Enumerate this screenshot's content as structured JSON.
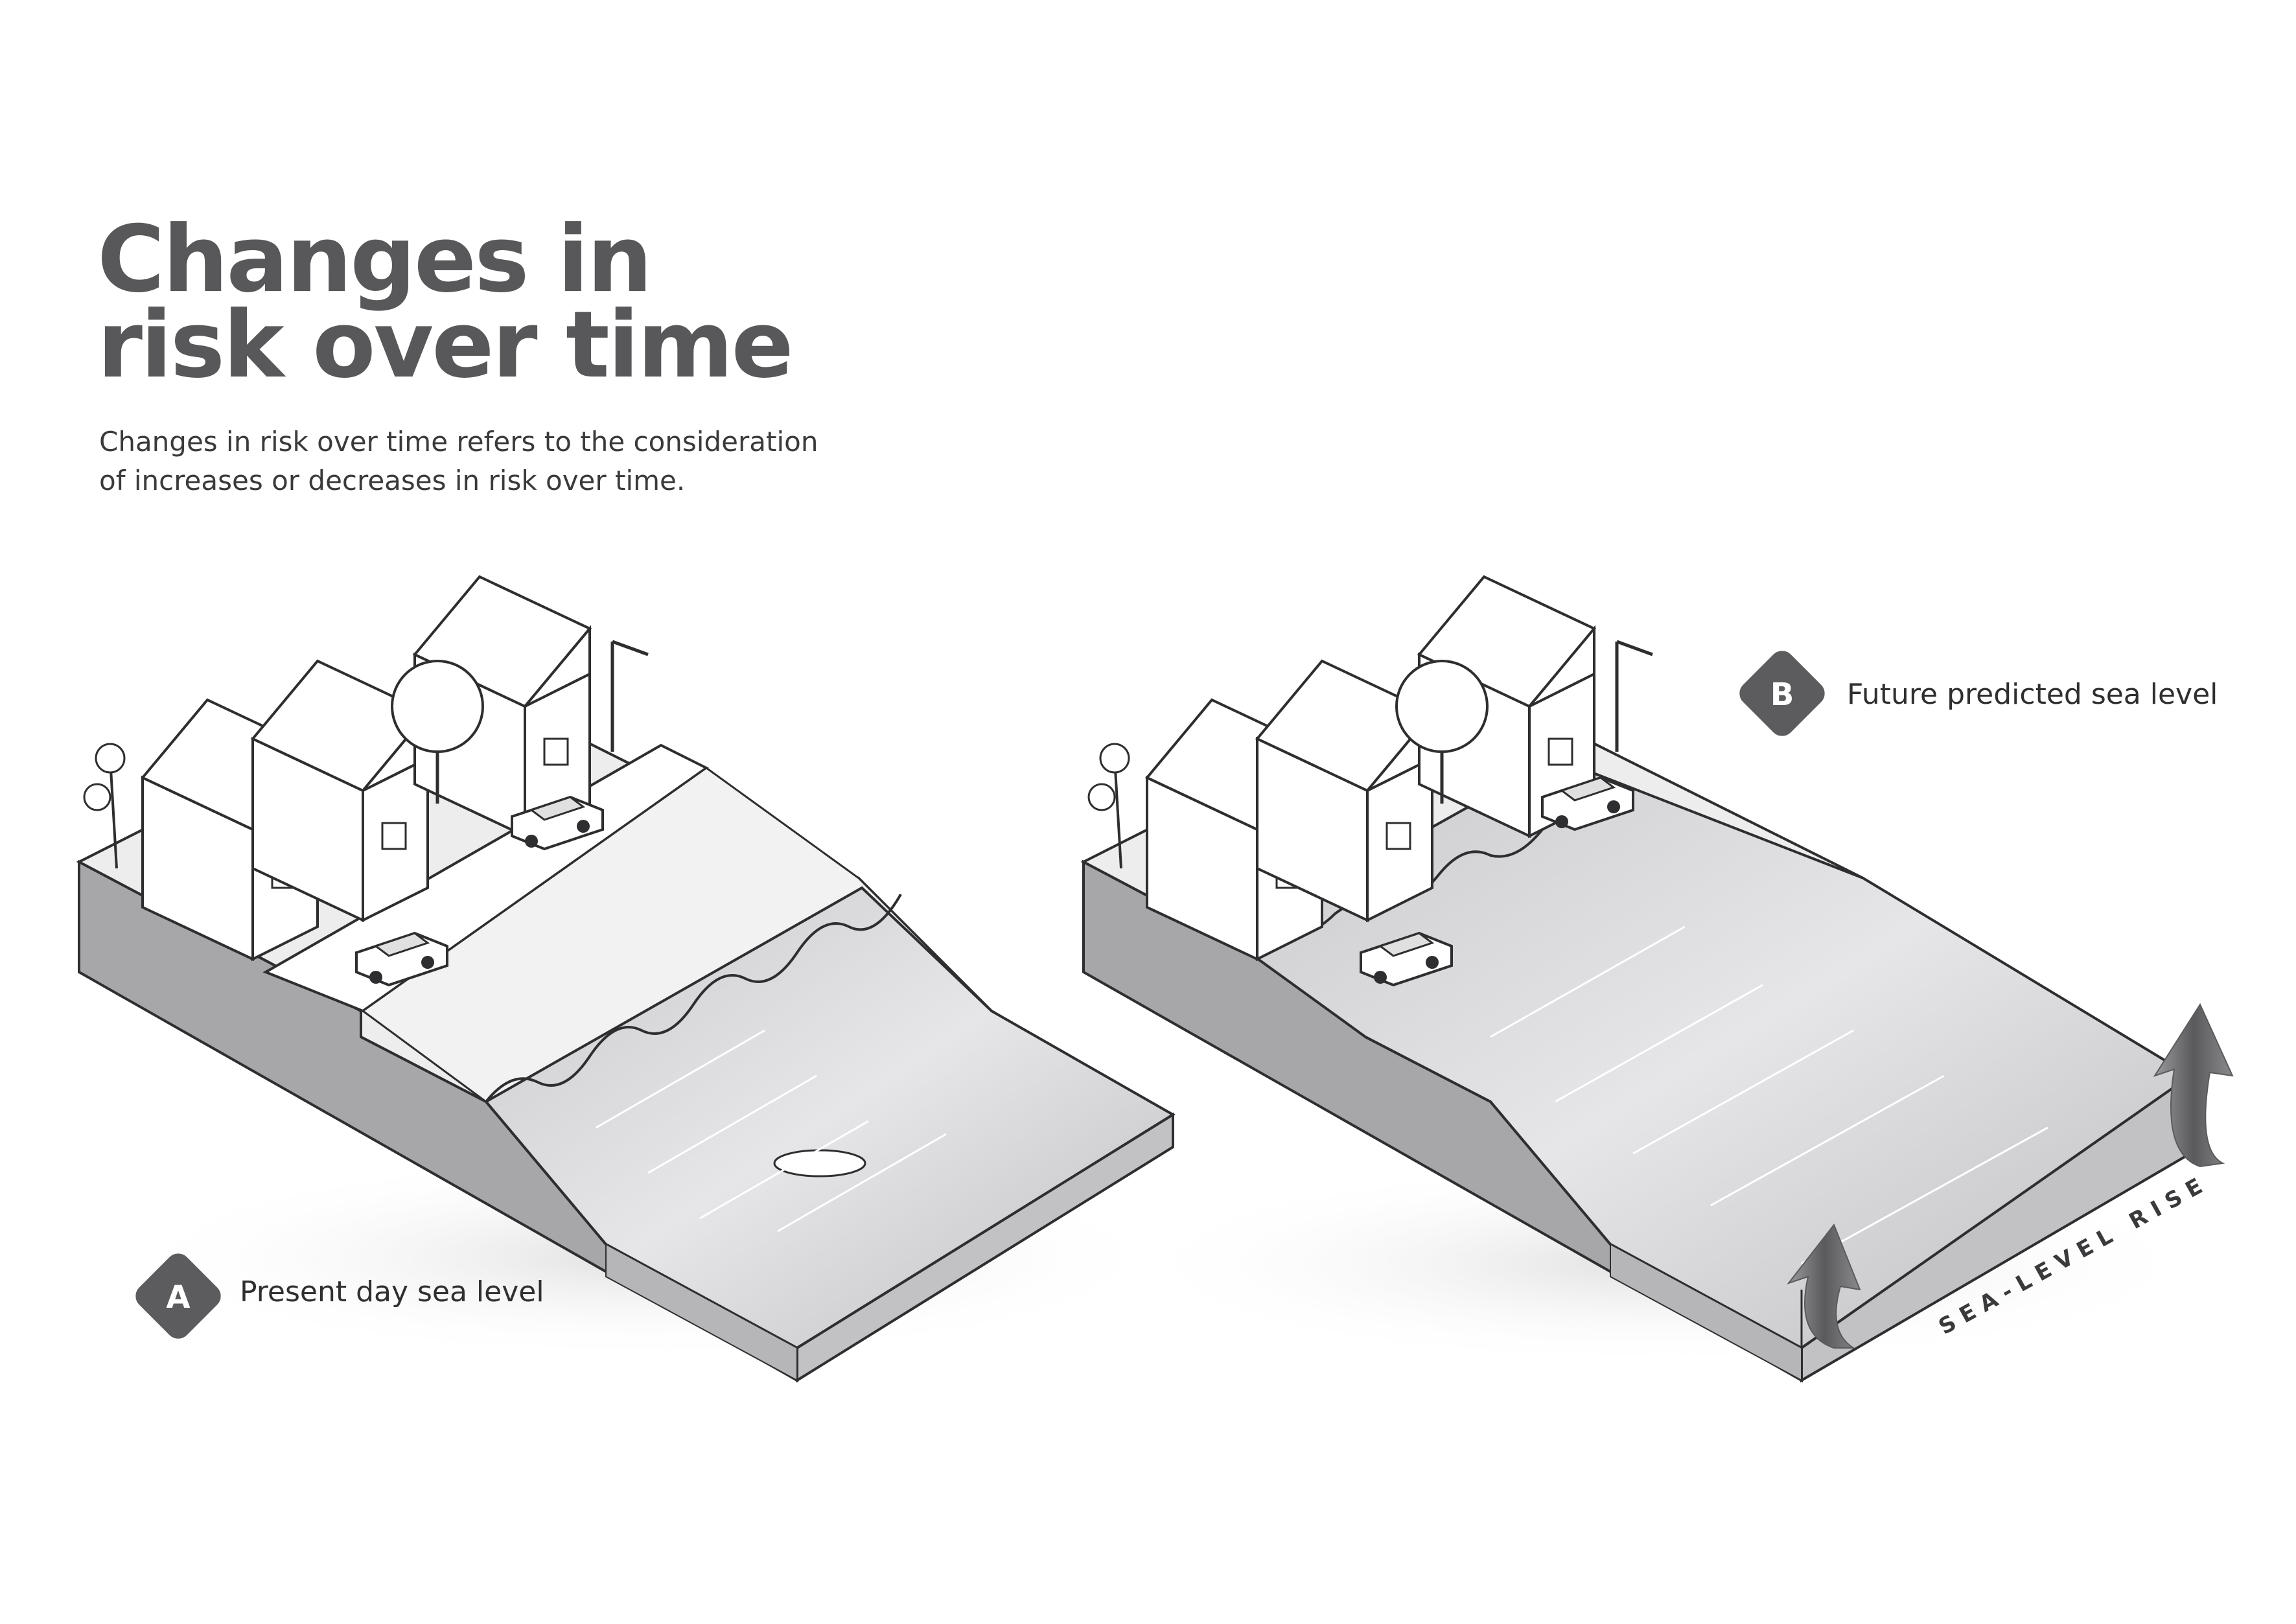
{
  "title": {
    "line1": "Changes in",
    "line2": "risk over time"
  },
  "subtitle": {
    "line1": "Changes in risk over time refers to the consideration",
    "line2": "of increases or decreases in risk over time."
  },
  "panel_a": {
    "badge": "A",
    "label": "Present day sea level"
  },
  "panel_b": {
    "badge": "B",
    "label": "Future predicted sea level",
    "rise_label": "SEA-LEVEL RISE"
  },
  "colors": {
    "title": "#58585a",
    "badge_fill": "#5c5c5e",
    "block_side": "#a7a7a9",
    "block_front": "#c2c2c4",
    "water": "#d7d7d9",
    "line": "#2e2e30"
  }
}
